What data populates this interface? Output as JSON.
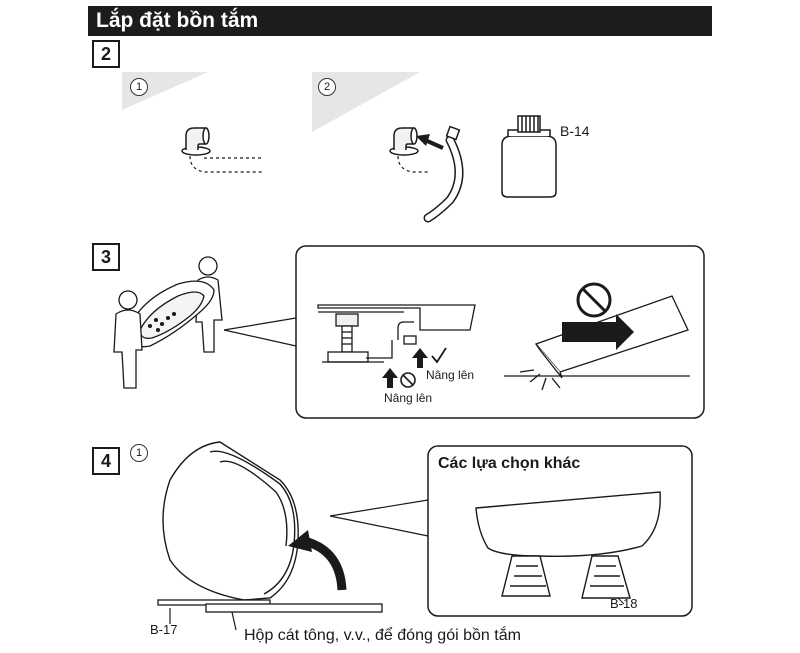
{
  "header": {
    "title": "Lắp đặt bồn tắm"
  },
  "steps": {
    "step2": {
      "number": "2",
      "sub1": "1",
      "sub2": "2",
      "part_label": "B-14"
    },
    "step3": {
      "number": "3",
      "lift_label_1": "Nâng lên",
      "lift_label_2": "Nâng lên"
    },
    "step4": {
      "number": "4",
      "sub1": "1",
      "callout_title": "Các lựa chọn khác",
      "part_b17": "B-17",
      "part_b18": "B-18",
      "box_caption": "Hộp cát tông, v.v., để đóng gói bồn tắm"
    }
  },
  "colors": {
    "header_bg": "#1c1c1c",
    "header_text": "#ffffff",
    "line": "#1a1a1a",
    "shade": "#e6e6e6"
  }
}
